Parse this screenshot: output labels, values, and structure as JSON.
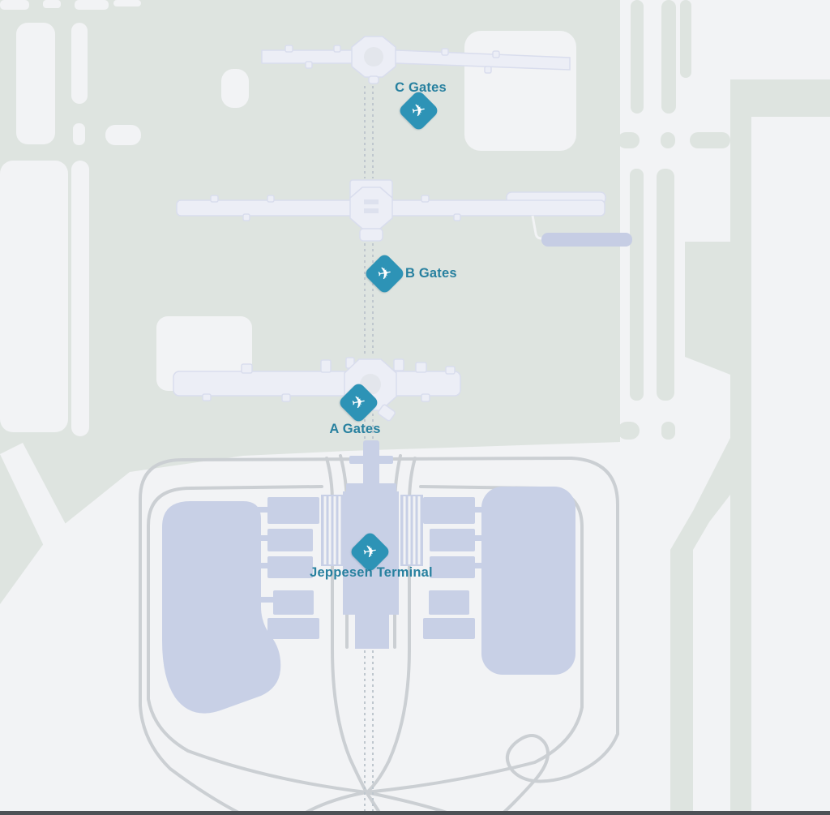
{
  "map": {
    "colors": {
      "ground": "#dee4e0",
      "paved_surface": "#f2f3f5",
      "building": "#c8d0e6",
      "concourse": "#eceef6",
      "road": "#cbcfd3",
      "train_line": "#bfc7ce",
      "marker": "#2d93b6",
      "label_text": "#27809f",
      "map_edge": "#4d5156"
    },
    "icons": {
      "plane_glyph": "✈"
    },
    "markers": [
      {
        "id": "c-gates",
        "label": "C Gates"
      },
      {
        "id": "b-gates",
        "label": "B Gates"
      },
      {
        "id": "a-gates",
        "label": "A Gates"
      },
      {
        "id": "jeppesen-terminal",
        "label": "Jeppesen Terminal"
      }
    ]
  }
}
